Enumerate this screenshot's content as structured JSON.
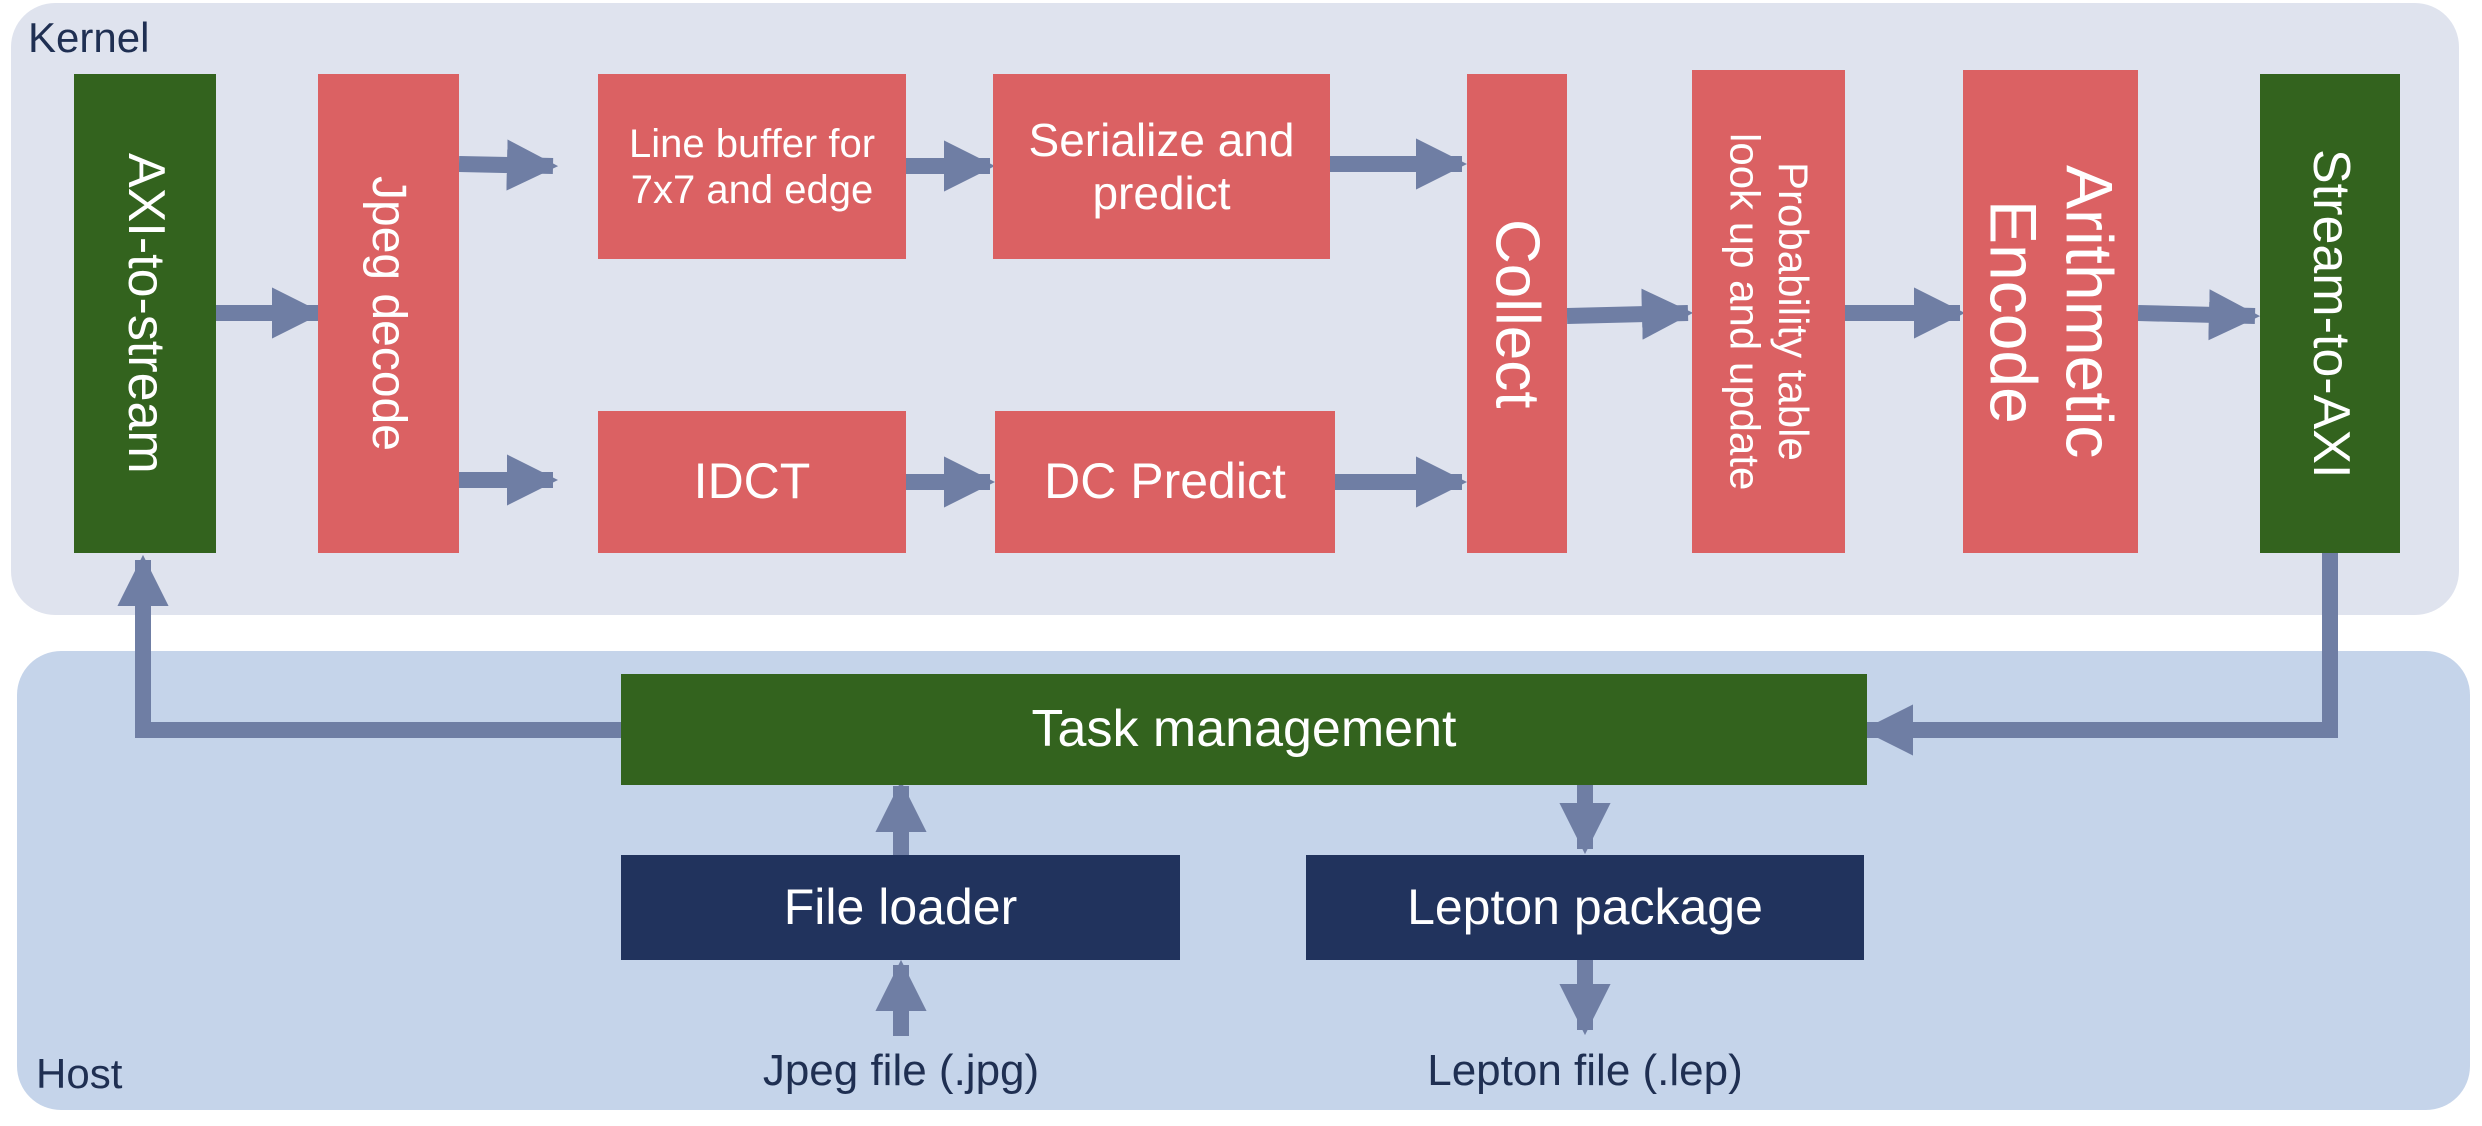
{
  "regions": {
    "kernel_label": "Kernel",
    "host_label": "Host"
  },
  "kernel": {
    "axi_to_stream": "AXI-to-stream",
    "jpeg_decode": "Jpeg decode",
    "line_buffer": "Line buffer for\n7x7 and edge",
    "serialize_predict": "Serialize and\npredict",
    "idct": "IDCT",
    "dc_predict": "DC Predict",
    "collect": "Collect",
    "probability_table": "Probability table\nlook up and update",
    "arithmetic_encode": "Arithmetic\nEncode",
    "stream_to_axi": "Stream-to-AXI"
  },
  "host": {
    "task_management": "Task management",
    "file_loader": "File loader",
    "lepton_package": "Lepton package",
    "jpeg_file": "Jpeg file (.jpg)",
    "lepton_file": "Lepton file (.lep)"
  },
  "colors": {
    "kernel_block": "#db6163",
    "interface_block": "#33631e",
    "host_block": "#21335d",
    "arrow": "#6f7ea4"
  }
}
